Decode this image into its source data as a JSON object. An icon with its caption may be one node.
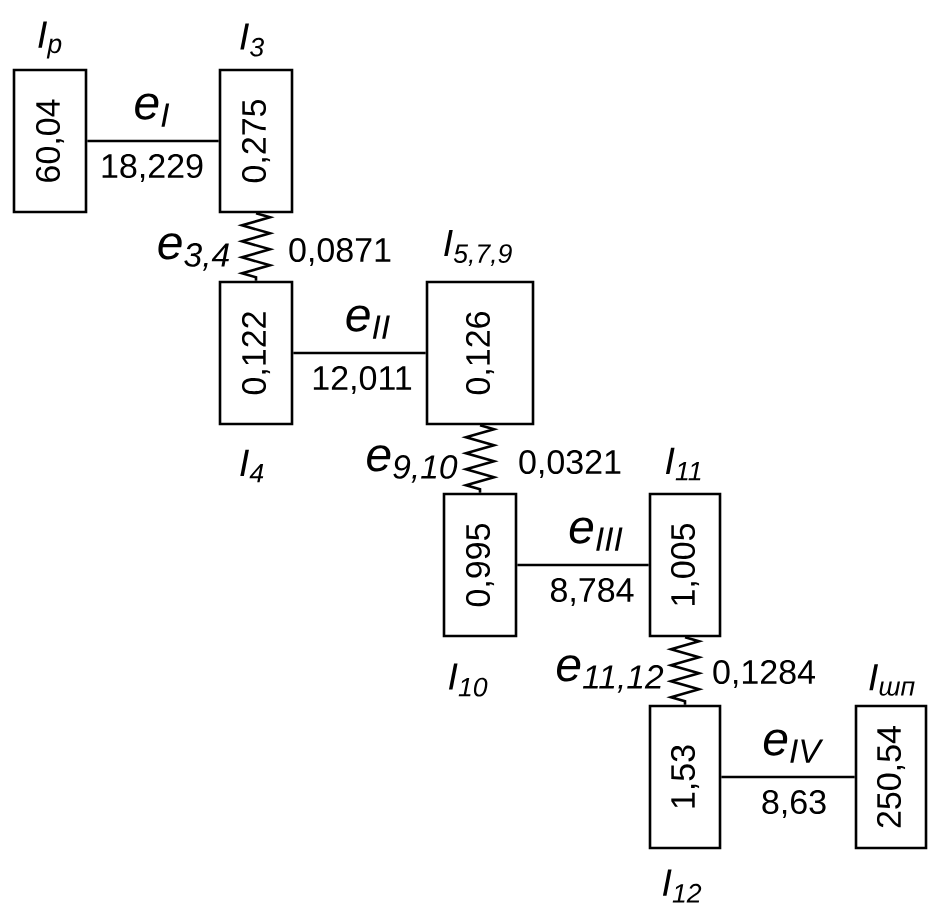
{
  "diagram": {
    "nodes": [
      {
        "text": [
          "60,04"
        ],
        "beside": [
          "I$_{р}$"
        ]
      },
      {
        "text": [
          "0,275"
        ],
        "beside": [
          "I$_{3}$"
        ]
      },
      {
        "text": [
          "0,122"
        ],
        "beside": [
          "I$_{4}$"
        ]
      },
      {
        "text": [
          "0,126"
        ],
        "beside": [
          "I$_{5,7,9}$"
        ]
      },
      {
        "text": [
          "0,995"
        ],
        "beside": [
          "I$_{10}$"
        ]
      },
      {
        "text": [
          "1,005"
        ],
        "beside": [
          "I$_{11}$"
        ]
      },
      {
        "text": [
          "1,53"
        ],
        "beside": [
          "I$_{12}$"
        ]
      },
      {
        "text": [
          "250,54"
        ],
        "beside": [
          "I$_{шп}$"
        ]
      }
    ],
    "edges": [
      {
        "from": 0,
        "to": 1,
        "arrow": "none",
        "label": "e$_{I}$"
      },
      {
        "from": 1,
        "to": 2,
        "arrow": "none",
        "label": "e$_{3,4}$"
      },
      {
        "from": 2,
        "to": 3,
        "arrow": "none",
        "label": "e$_{II}$"
      },
      {
        "from": 3,
        "to": 4,
        "arrow": "none",
        "label": "e$_{9,10}$"
      },
      {
        "from": 4,
        "to": 5,
        "arrow": "none",
        "label": "e$_{III}$"
      },
      {
        "from": 5,
        "to": 6,
        "arrow": "none",
        "label": "e$_{11,12}$"
      },
      {
        "from": 6,
        "to": 7,
        "arrow": "none",
        "label": "e$_{IV}$"
      }
    ],
    "labels": [
      "18,229",
      "0,0871",
      "12,011",
      "0,0321",
      "8,784",
      "0,1284",
      "8,63"
    ]
  }
}
